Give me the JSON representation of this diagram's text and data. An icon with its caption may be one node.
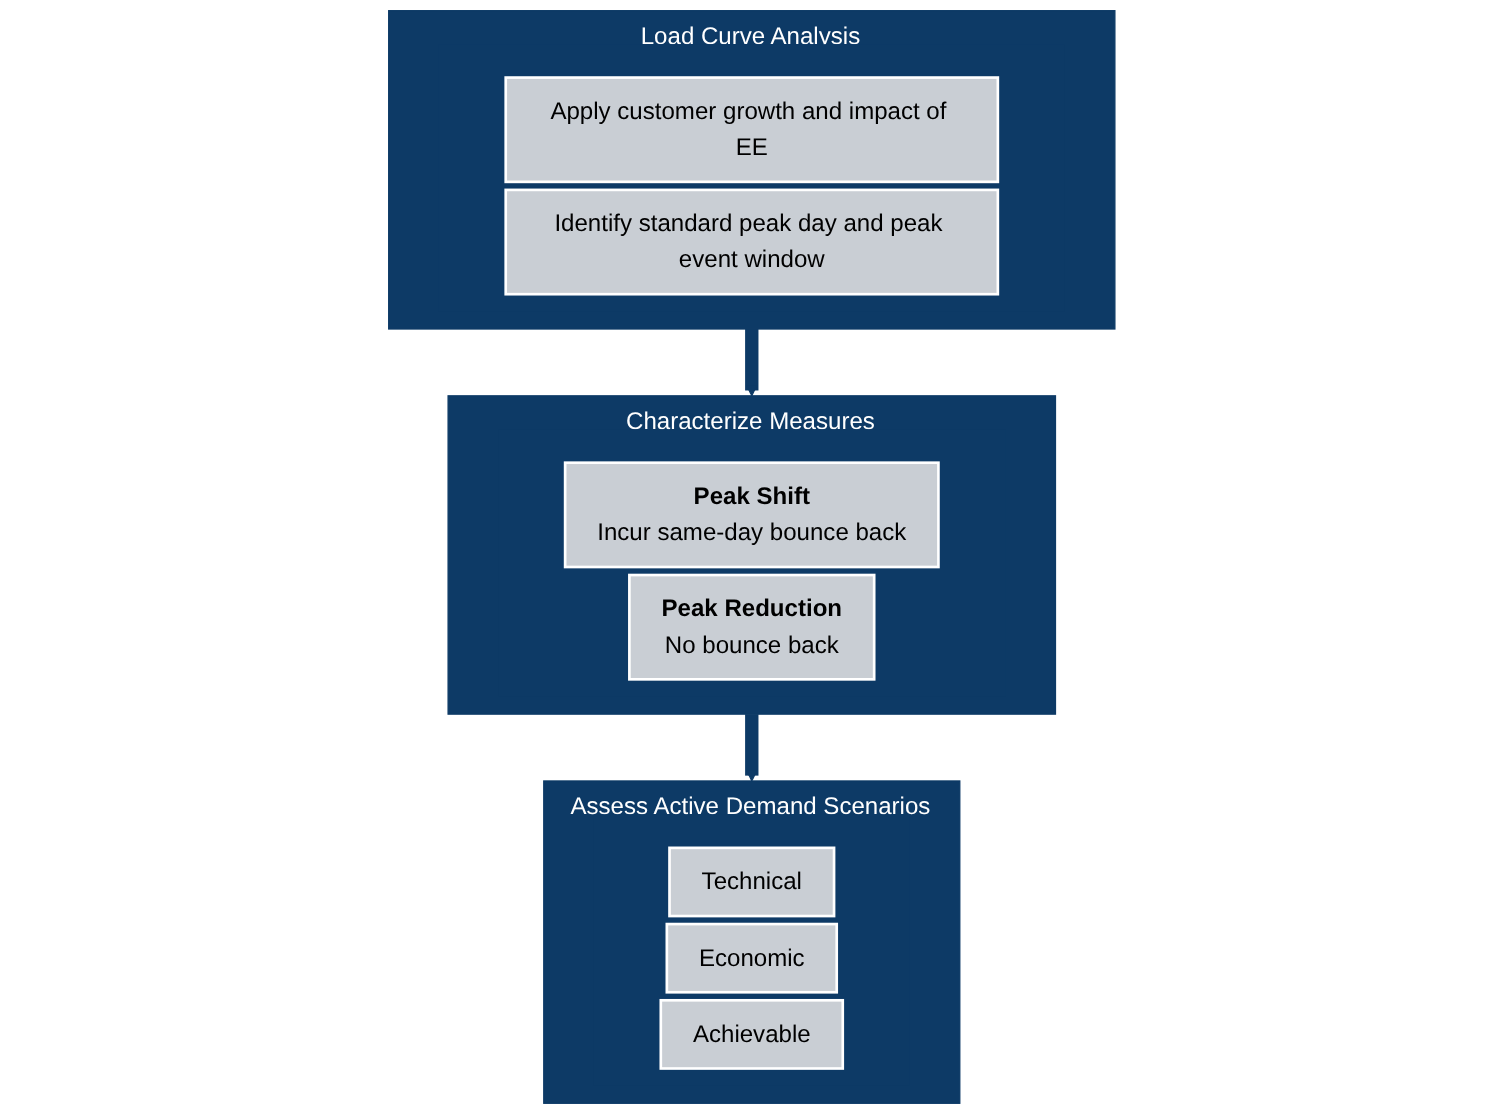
{
  "diagram": {
    "nodes": [
      {
        "text": [
          "Load Curve Analysis"
        ]
      },
      {
        "text": [
          "Apply customer growth and impact of EE"
        ],
        "in": 0
      },
      {
        "text": [
          "Identify standard peak day and peak event window"
        ],
        "in": 0
      },
      {
        "text": [
          "Characterize Measures"
        ]
      },
      {
        "text": [
          "Peak Shift",
          "Incur same-day bounce back"
        ],
        "in": 3
      },
      {
        "text": [
          "Peak Reduction",
          "No bounce back"
        ],
        "in": 3
      },
      {
        "text": [
          "Assess Active Demand Scenarios"
        ]
      },
      {
        "text": [
          "Technical"
        ],
        "in": 6
      },
      {
        "text": [
          "Economic"
        ],
        "in": 6
      },
      {
        "text": [
          "Achievable"
        ],
        "in": 6
      }
    ],
    "edges": [
      {
        "from": 0,
        "to": 3,
        "arrow": "to"
      },
      {
        "from": 3,
        "to": 6,
        "arrow": "to"
      }
    ]
  }
}
